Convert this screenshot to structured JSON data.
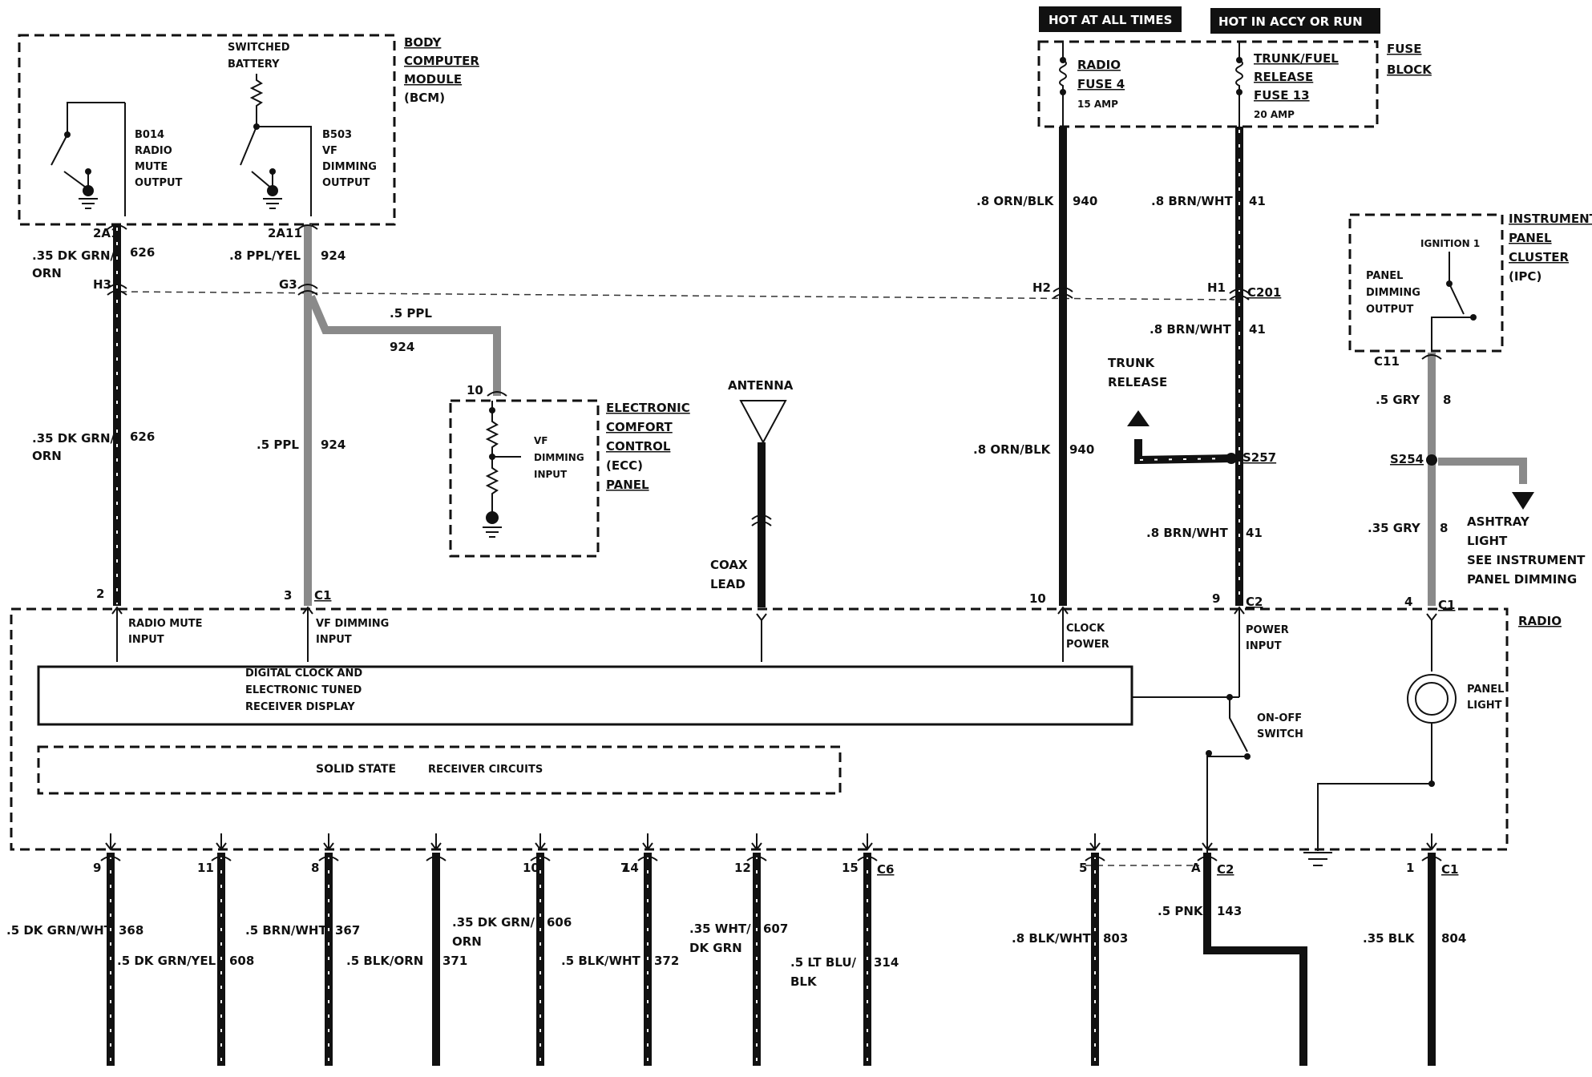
{
  "header": {
    "hot_at_all_times": "HOT AT ALL TIMES",
    "hot_in_accy_or_run": "HOT IN ACCY OR RUN"
  },
  "fuse_block": {
    "title_lines": [
      "FUSE",
      "BLOCK"
    ],
    "radio_fuse": [
      "RADIO",
      "FUSE 4",
      "15 AMP"
    ],
    "trunk_fuse": [
      "TRUNK/FUEL",
      "RELEASE",
      "FUSE 13",
      "20 AMP"
    ]
  },
  "bcm": {
    "title_lines": [
      "BODY",
      "COMPUTER",
      "MODULE",
      "(BCM)"
    ],
    "switched_battery": [
      "SWITCHED",
      "BATTERY"
    ],
    "output_1": [
      "B014",
      "RADIO",
      "MUTE",
      "OUTPUT"
    ],
    "output_2": [
      "B503",
      "VF",
      "DIMMING",
      "OUTPUT"
    ],
    "pin_1": "2A1",
    "pin_2": "2A11"
  },
  "ipc": {
    "title_lines": [
      "INSTRUMENT",
      "PANEL",
      "CLUSTER",
      "(IPC)"
    ],
    "ignition": "IGNITION 1",
    "output": [
      "PANEL",
      "DIMMING",
      "OUTPUT"
    ],
    "connector": "C11"
  },
  "ecc": {
    "title_lines": [
      "ELECTRONIC",
      "COMFORT",
      "CONTROL",
      "(ECC)",
      "PANEL"
    ],
    "input": [
      "VF",
      "DIMMING",
      "INPUT"
    ],
    "pin": "10"
  },
  "antenna": {
    "label": "ANTENNA",
    "coax": [
      "COAX",
      "LEAD"
    ]
  },
  "trunk_release": [
    "TRUNK",
    "RELEASE"
  ],
  "ashtray": [
    "ASHTRAY",
    "LIGHT",
    "SEE INSTRUMENT",
    "PANEL DIMMING"
  ],
  "connectors": {
    "h3": "H3",
    "g3": "G3",
    "h2": "H2",
    "h1": "H1",
    "c201": "C201",
    "s257": "S257",
    "s254": "S254"
  },
  "wires": {
    "w626_top": [
      ".35 DK GRN/",
      "ORN",
      "626"
    ],
    "w924_top": [
      ".8 PPL/YEL",
      "924"
    ],
    "w626_mid": [
      ".35 DK GRN/",
      "ORN",
      "626"
    ],
    "w924_mid": [
      ".5 PPL",
      "924"
    ],
    "w924_branch": [
      ".5 PPL",
      "924"
    ],
    "w940_top": [
      ".8 ORN/BLK",
      "940"
    ],
    "w940_mid": [
      ".8 ORN/BLK",
      "940"
    ],
    "w41_top": [
      ".8 BRN/WHT",
      "41"
    ],
    "w41_mid": [
      ".8 BRN/WHT",
      "41"
    ],
    "w41_low": [
      ".8 BRN/WHT",
      "41"
    ],
    "w8_top": [
      ".5 GRY",
      "8"
    ],
    "w8_low": [
      ".35 GRY",
      "8"
    ]
  },
  "radio": {
    "title": "RADIO",
    "inputs": {
      "radio_mute": [
        "RADIO MUTE",
        "INPUT"
      ],
      "vf_dimming": [
        "VF DIMMING",
        "INPUT"
      ],
      "clock_power": [
        "CLOCK",
        "POWER"
      ],
      "power_input": [
        "POWER",
        "INPUT"
      ]
    },
    "display": [
      "DIGITAL CLOCK AND",
      "ELECTRONIC TUNED",
      "RECEIVER DISPLAY"
    ],
    "receiver": [
      "SOLID STATE",
      "RECEIVER CIRCUITS"
    ],
    "on_off": [
      "ON-OFF",
      "SWITCH"
    ],
    "panel_light": [
      "PANEL",
      "LIGHT"
    ],
    "top_pins": [
      {
        "pin": "2",
        "conn": ""
      },
      {
        "pin": "3",
        "conn": "C1"
      },
      {
        "pin": "10",
        "conn": ""
      },
      {
        "pin": "9",
        "conn": "C2"
      },
      {
        "pin": "4",
        "conn": "C1"
      }
    ]
  },
  "bottom_wires": [
    {
      "pin": "9",
      "conn": "",
      "label": [
        ".5 DK GRN/WHT"
      ],
      "circuit": "368"
    },
    {
      "pin": "11",
      "conn": "",
      "label": [
        ".5 DK GRN/YEL"
      ],
      "circuit": "608"
    },
    {
      "pin": "8",
      "conn": "",
      "label": [
        ".5 BRN/WHT"
      ],
      "circuit": "367"
    },
    {
      "pin": "",
      "conn": "",
      "label": [
        ".5 BLK/ORN"
      ],
      "circuit": "371"
    },
    {
      "pin": "10",
      "conn": "",
      "label": [
        ".35 DK GRN/",
        "ORN"
      ],
      "circuit": "606"
    },
    {
      "pin": "7",
      "conn": "",
      "label": [
        ".5 BLK/WHT"
      ],
      "circuit": "372"
    },
    {
      "pin": "14",
      "conn": "",
      "label": [],
      "circuit": ""
    },
    {
      "pin": "12",
      "conn": "",
      "label": [
        ".35 WHT/",
        "DK GRN"
      ],
      "circuit": "607"
    },
    {
      "pin": "15",
      "conn": "C6",
      "label": [
        ".5 LT BLU/",
        "BLK"
      ],
      "circuit": "314"
    },
    {
      "pin": "5",
      "conn": "",
      "label": [
        ".8 BLK/WHT"
      ],
      "circuit": "803"
    },
    {
      "pin": "A",
      "conn": "C2",
      "label": [
        ".5 PNK"
      ],
      "circuit": "143"
    },
    {
      "pin": "1",
      "conn": "C1",
      "label": [
        ".35 BLK"
      ],
      "circuit": "804"
    }
  ]
}
